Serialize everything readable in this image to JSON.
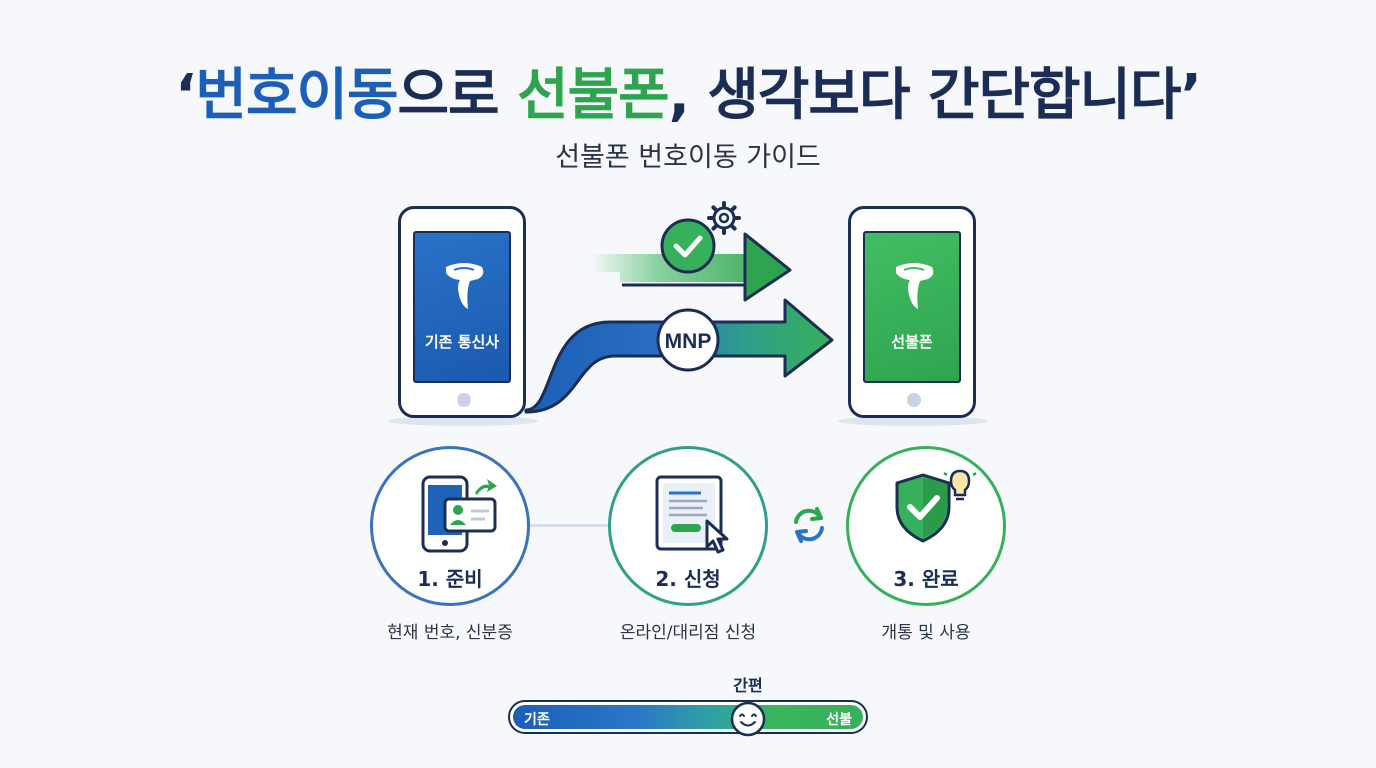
{
  "title": {
    "quote_open": "‘",
    "part1": "번호이동",
    "part2": "으로 ",
    "part3": "선불폰",
    "part4": ", 생각보다 간단합니다",
    "quote_close": "’"
  },
  "subtitle": "선불폰 번호이동 가이드",
  "phones": {
    "left_label": "기존 통신사",
    "right_label": "선불폰"
  },
  "flow": {
    "mnp_label": "MNP"
  },
  "steps": [
    {
      "title": "1. 준비",
      "desc": "현재 번호, 신분증",
      "icon": "phone-id-card-icon"
    },
    {
      "title": "2. 신청",
      "desc": "온라인/대리점 신청",
      "icon": "form-cursor-icon"
    },
    {
      "title": "3. 완료",
      "desc": "개통 및 사용",
      "icon": "shield-check-icon"
    }
  ],
  "scale": {
    "top_label": "간편",
    "left_label": "기존",
    "right_label": "선불"
  },
  "colors": {
    "navy": "#1c2d55",
    "blue": "#1b5fb8",
    "green": "#2ea44f"
  }
}
